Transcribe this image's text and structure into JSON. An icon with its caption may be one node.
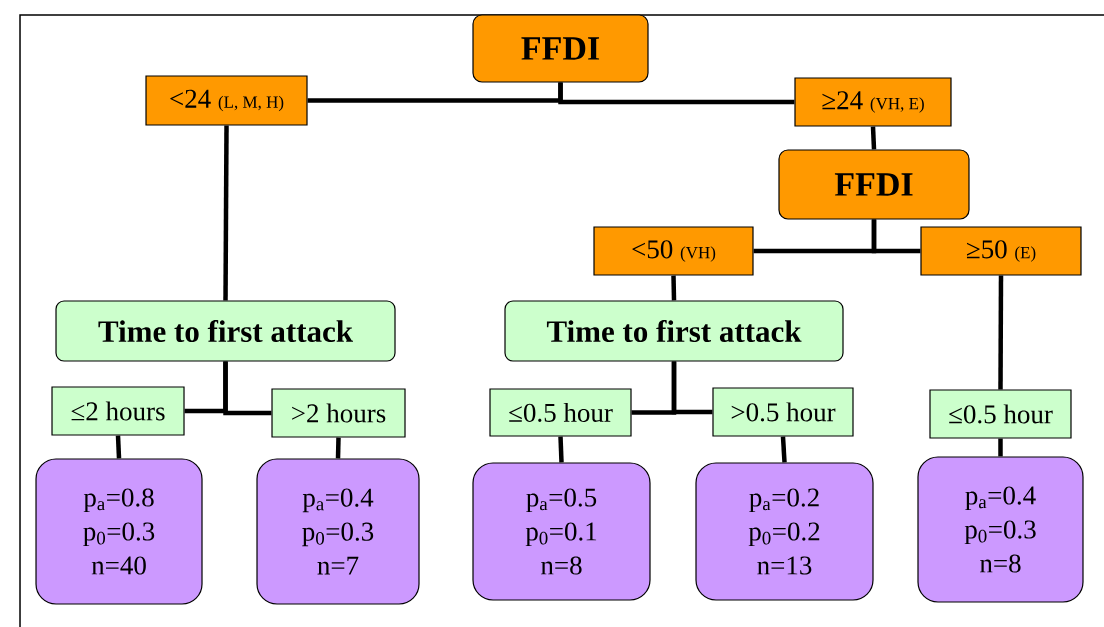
{
  "diagram": {
    "nodes": [
      {
        "text": [
          "FFDI"
        ]
      },
      {
        "text": [
          "<24",
          "(L, M, H)"
        ]
      },
      {
        "text": [
          "≥24",
          "(VH, E)"
        ]
      },
      {
        "text": [
          "FFDI"
        ]
      },
      {
        "text": [
          "<50",
          "(VH)"
        ]
      },
      {
        "text": [
          "≥50",
          "(E)"
        ]
      },
      {
        "text": [
          "Time to first attack"
        ]
      },
      {
        "text": [
          "Time to first attack"
        ]
      },
      {
        "text": [
          "≤2 hours"
        ]
      },
      {
        "text": [
          ">2 hours"
        ]
      },
      {
        "text": [
          "≤0.5 hour"
        ]
      },
      {
        "text": [
          ">0.5 hour"
        ]
      },
      {
        "text": [
          "≤0.5 hour"
        ]
      },
      {
        "text": [
          "p$_{a}$=0.8",
          "p$_{0}$=0.3",
          "n=40"
        ]
      },
      {
        "text": [
          "p$_{a}$=0.4",
          "p$_{0}$=0.3",
          "n=7"
        ]
      },
      {
        "text": [
          "p$_{a}$=0.5",
          "p$_{0}$=0.1",
          "n=8"
        ]
      },
      {
        "text": [
          "p$_{a}$=0.2",
          "p$_{0}$=0.2",
          "n=13"
        ]
      },
      {
        "text": [
          "p$_{a}$=0.4",
          "p$_{0}$=0.3",
          "n=8"
        ]
      }
    ],
    "edges": [
      {
        "from": 0,
        "to": 1,
        "arrow": "none"
      },
      {
        "from": 0,
        "to": 2,
        "arrow": "none"
      },
      {
        "from": 2,
        "to": 3,
        "arrow": "none"
      },
      {
        "from": 3,
        "to": 4,
        "arrow": "none"
      },
      {
        "from": 3,
        "to": 5,
        "arrow": "none"
      },
      {
        "from": 1,
        "to": 6,
        "arrow": "none"
      },
      {
        "from": 4,
        "to": 7,
        "arrow": "none"
      },
      {
        "from": 5,
        "to": 12,
        "arrow": "none"
      },
      {
        "from": 6,
        "to": 8,
        "arrow": "none"
      },
      {
        "from": 6,
        "to": 9,
        "arrow": "none"
      },
      {
        "from": 7,
        "to": 10,
        "arrow": "none"
      },
      {
        "from": 7,
        "to": 11,
        "arrow": "none"
      },
      {
        "from": 8,
        "to": 13,
        "arrow": "none"
      },
      {
        "from": 9,
        "to": 14,
        "arrow": "none"
      },
      {
        "from": 10,
        "to": 15,
        "arrow": "none"
      },
      {
        "from": 11,
        "to": 16,
        "arrow": "none"
      },
      {
        "from": 12,
        "to": 17,
        "arrow": "none"
      }
    ]
  }
}
